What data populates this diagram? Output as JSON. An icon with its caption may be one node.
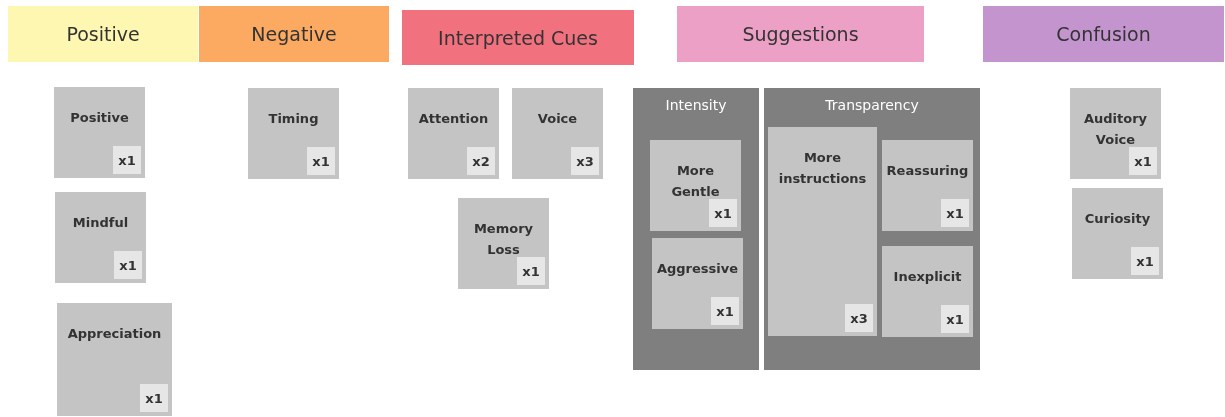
{
  "diagram": {
    "nodes": [
      {
        "text": [
          "Positive"
        ]
      },
      {
        "text": [
          "Negative"
        ]
      },
      {
        "text": [
          "Interpreted Cues"
        ]
      },
      {
        "text": [
          "Suggestions"
        ]
      },
      {
        "text": [
          "Confusion"
        ]
      },
      {
        "text": [
          "Positive",
          "x1"
        ]
      },
      {
        "text": [
          "Mindful",
          "x1"
        ]
      },
      {
        "text": [
          "Appreciation",
          "x1"
        ]
      },
      {
        "text": [
          "Timing",
          "x1"
        ]
      },
      {
        "text": [
          "Attention",
          "x2"
        ]
      },
      {
        "text": [
          "Voice",
          "x3"
        ]
      },
      {
        "text": [
          "Memory Loss",
          "x1"
        ]
      },
      {
        "text": [
          "Intensity"
        ]
      },
      {
        "text": [
          "More Gentle",
          "x1"
        ],
        "in": 12
      },
      {
        "text": [
          "Aggressive",
          "x1"
        ],
        "in": 12
      },
      {
        "text": [
          "Transparency"
        ]
      },
      {
        "text": [
          "More instructions",
          "x3"
        ],
        "in": 15
      },
      {
        "text": [
          "Reassuring",
          "x1"
        ],
        "in": 15
      },
      {
        "text": [
          "Inexplicit",
          "x1"
        ],
        "in": 15
      },
      {
        "text": [
          "Auditory Voice",
          "x1"
        ]
      },
      {
        "text": [
          "Curiosity",
          "x1"
        ]
      }
    ]
  }
}
